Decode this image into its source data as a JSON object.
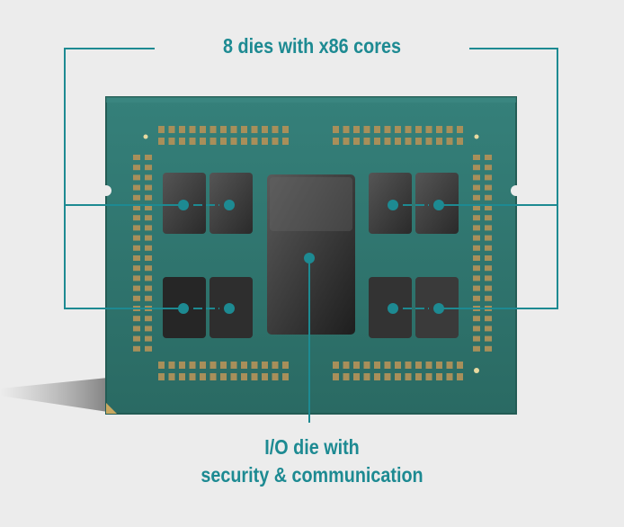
{
  "labels": {
    "dies": "8 dies with x86 cores",
    "io_line1": "I/O die with",
    "io_line2": "security & communication"
  },
  "colors": {
    "background": "#ececec",
    "substrate": "#2d726a",
    "substrate_edge": "#235c55",
    "accent": "#1d8a92",
    "die": "#3a3a3a",
    "pad": "#a88f5a"
  }
}
